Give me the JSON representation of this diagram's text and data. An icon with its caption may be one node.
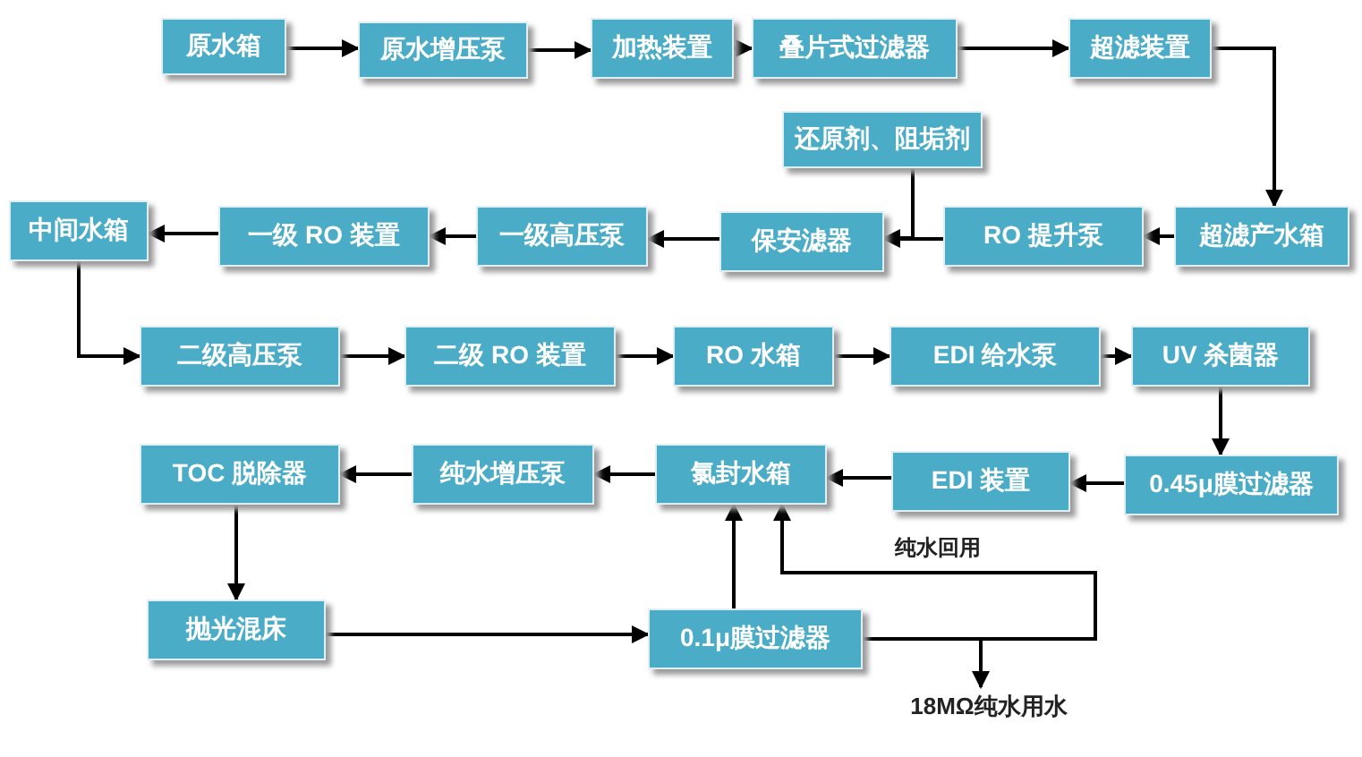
{
  "diagram": {
    "nodes": [
      {
        "text": [
          "原水箱"
        ]
      },
      {
        "text": [
          "原水增压泵"
        ]
      },
      {
        "text": [
          "加热装置"
        ]
      },
      {
        "text": [
          "叠片式过滤器"
        ]
      },
      {
        "text": [
          "超滤装置"
        ]
      },
      {
        "text": [
          "还原剂、阻垢剂"
        ]
      },
      {
        "text": [
          "中间水箱"
        ]
      },
      {
        "text": [
          "一级 RO 装置"
        ]
      },
      {
        "text": [
          "一级高压泵"
        ]
      },
      {
        "text": [
          "保安滤器"
        ]
      },
      {
        "text": [
          "RO 提升泵"
        ]
      },
      {
        "text": [
          "超滤产水箱"
        ]
      },
      {
        "text": [
          "二级高压泵"
        ]
      },
      {
        "text": [
          "二级 RO 装置"
        ]
      },
      {
        "text": [
          "RO 水箱"
        ]
      },
      {
        "text": [
          "EDI 给水泵"
        ]
      },
      {
        "text": [
          "UV 杀菌器"
        ]
      },
      {
        "text": [
          "TOC 脱除器"
        ]
      },
      {
        "text": [
          "纯水增压泵"
        ]
      },
      {
        "text": [
          "氯封水箱"
        ]
      },
      {
        "text": [
          "EDI 装置"
        ]
      },
      {
        "text": [
          "0.45μ膜过滤器"
        ]
      },
      {
        "text": [
          "抛光混床"
        ]
      },
      {
        "text": [
          "0.1μ膜过滤器"
        ]
      },
      {
        "text": [
          "18MΩ纯水用水"
        ]
      }
    ],
    "edges": [
      {
        "from": 0,
        "to": 1,
        "arrow": "to"
      },
      {
        "from": 1,
        "to": 2,
        "arrow": "to"
      },
      {
        "from": 2,
        "to": 3,
        "arrow": "to"
      },
      {
        "from": 3,
        "to": 4,
        "arrow": "to"
      },
      {
        "from": 4,
        "to": 11,
        "arrow": "to"
      },
      {
        "from": 5,
        "to": 9,
        "arrow": "to"
      },
      {
        "from": 11,
        "to": 10,
        "arrow": "to"
      },
      {
        "from": 10,
        "to": 9,
        "arrow": "to"
      },
      {
        "from": 9,
        "to": 8,
        "arrow": "to"
      },
      {
        "from": 8,
        "to": 7,
        "arrow": "to"
      },
      {
        "from": 7,
        "to": 6,
        "arrow": "to"
      },
      {
        "from": 6,
        "to": 12,
        "arrow": "to"
      },
      {
        "from": 12,
        "to": 13,
        "arrow": "to"
      },
      {
        "from": 13,
        "to": 14,
        "arrow": "to"
      },
      {
        "from": 14,
        "to": 15,
        "arrow": "to"
      },
      {
        "from": 15,
        "to": 16,
        "arrow": "to"
      },
      {
        "from": 16,
        "to": 21,
        "arrow": "to"
      },
      {
        "from": 21,
        "to": 20,
        "arrow": "to"
      },
      {
        "from": 20,
        "to": 19,
        "arrow": "to"
      },
      {
        "from": 19,
        "to": 18,
        "arrow": "to"
      },
      {
        "from": 18,
        "to": 17,
        "arrow": "to"
      },
      {
        "from": 17,
        "to": 22,
        "arrow": "to"
      },
      {
        "from": 22,
        "to": 23,
        "arrow": "to"
      },
      {
        "from": 23,
        "to": 19,
        "arrow": "to"
      },
      {
        "from": 23,
        "to": 19,
        "arrow": "to",
        "label": "纯水回用"
      },
      {
        "from": 23,
        "to": 24,
        "arrow": "to"
      }
    ]
  }
}
